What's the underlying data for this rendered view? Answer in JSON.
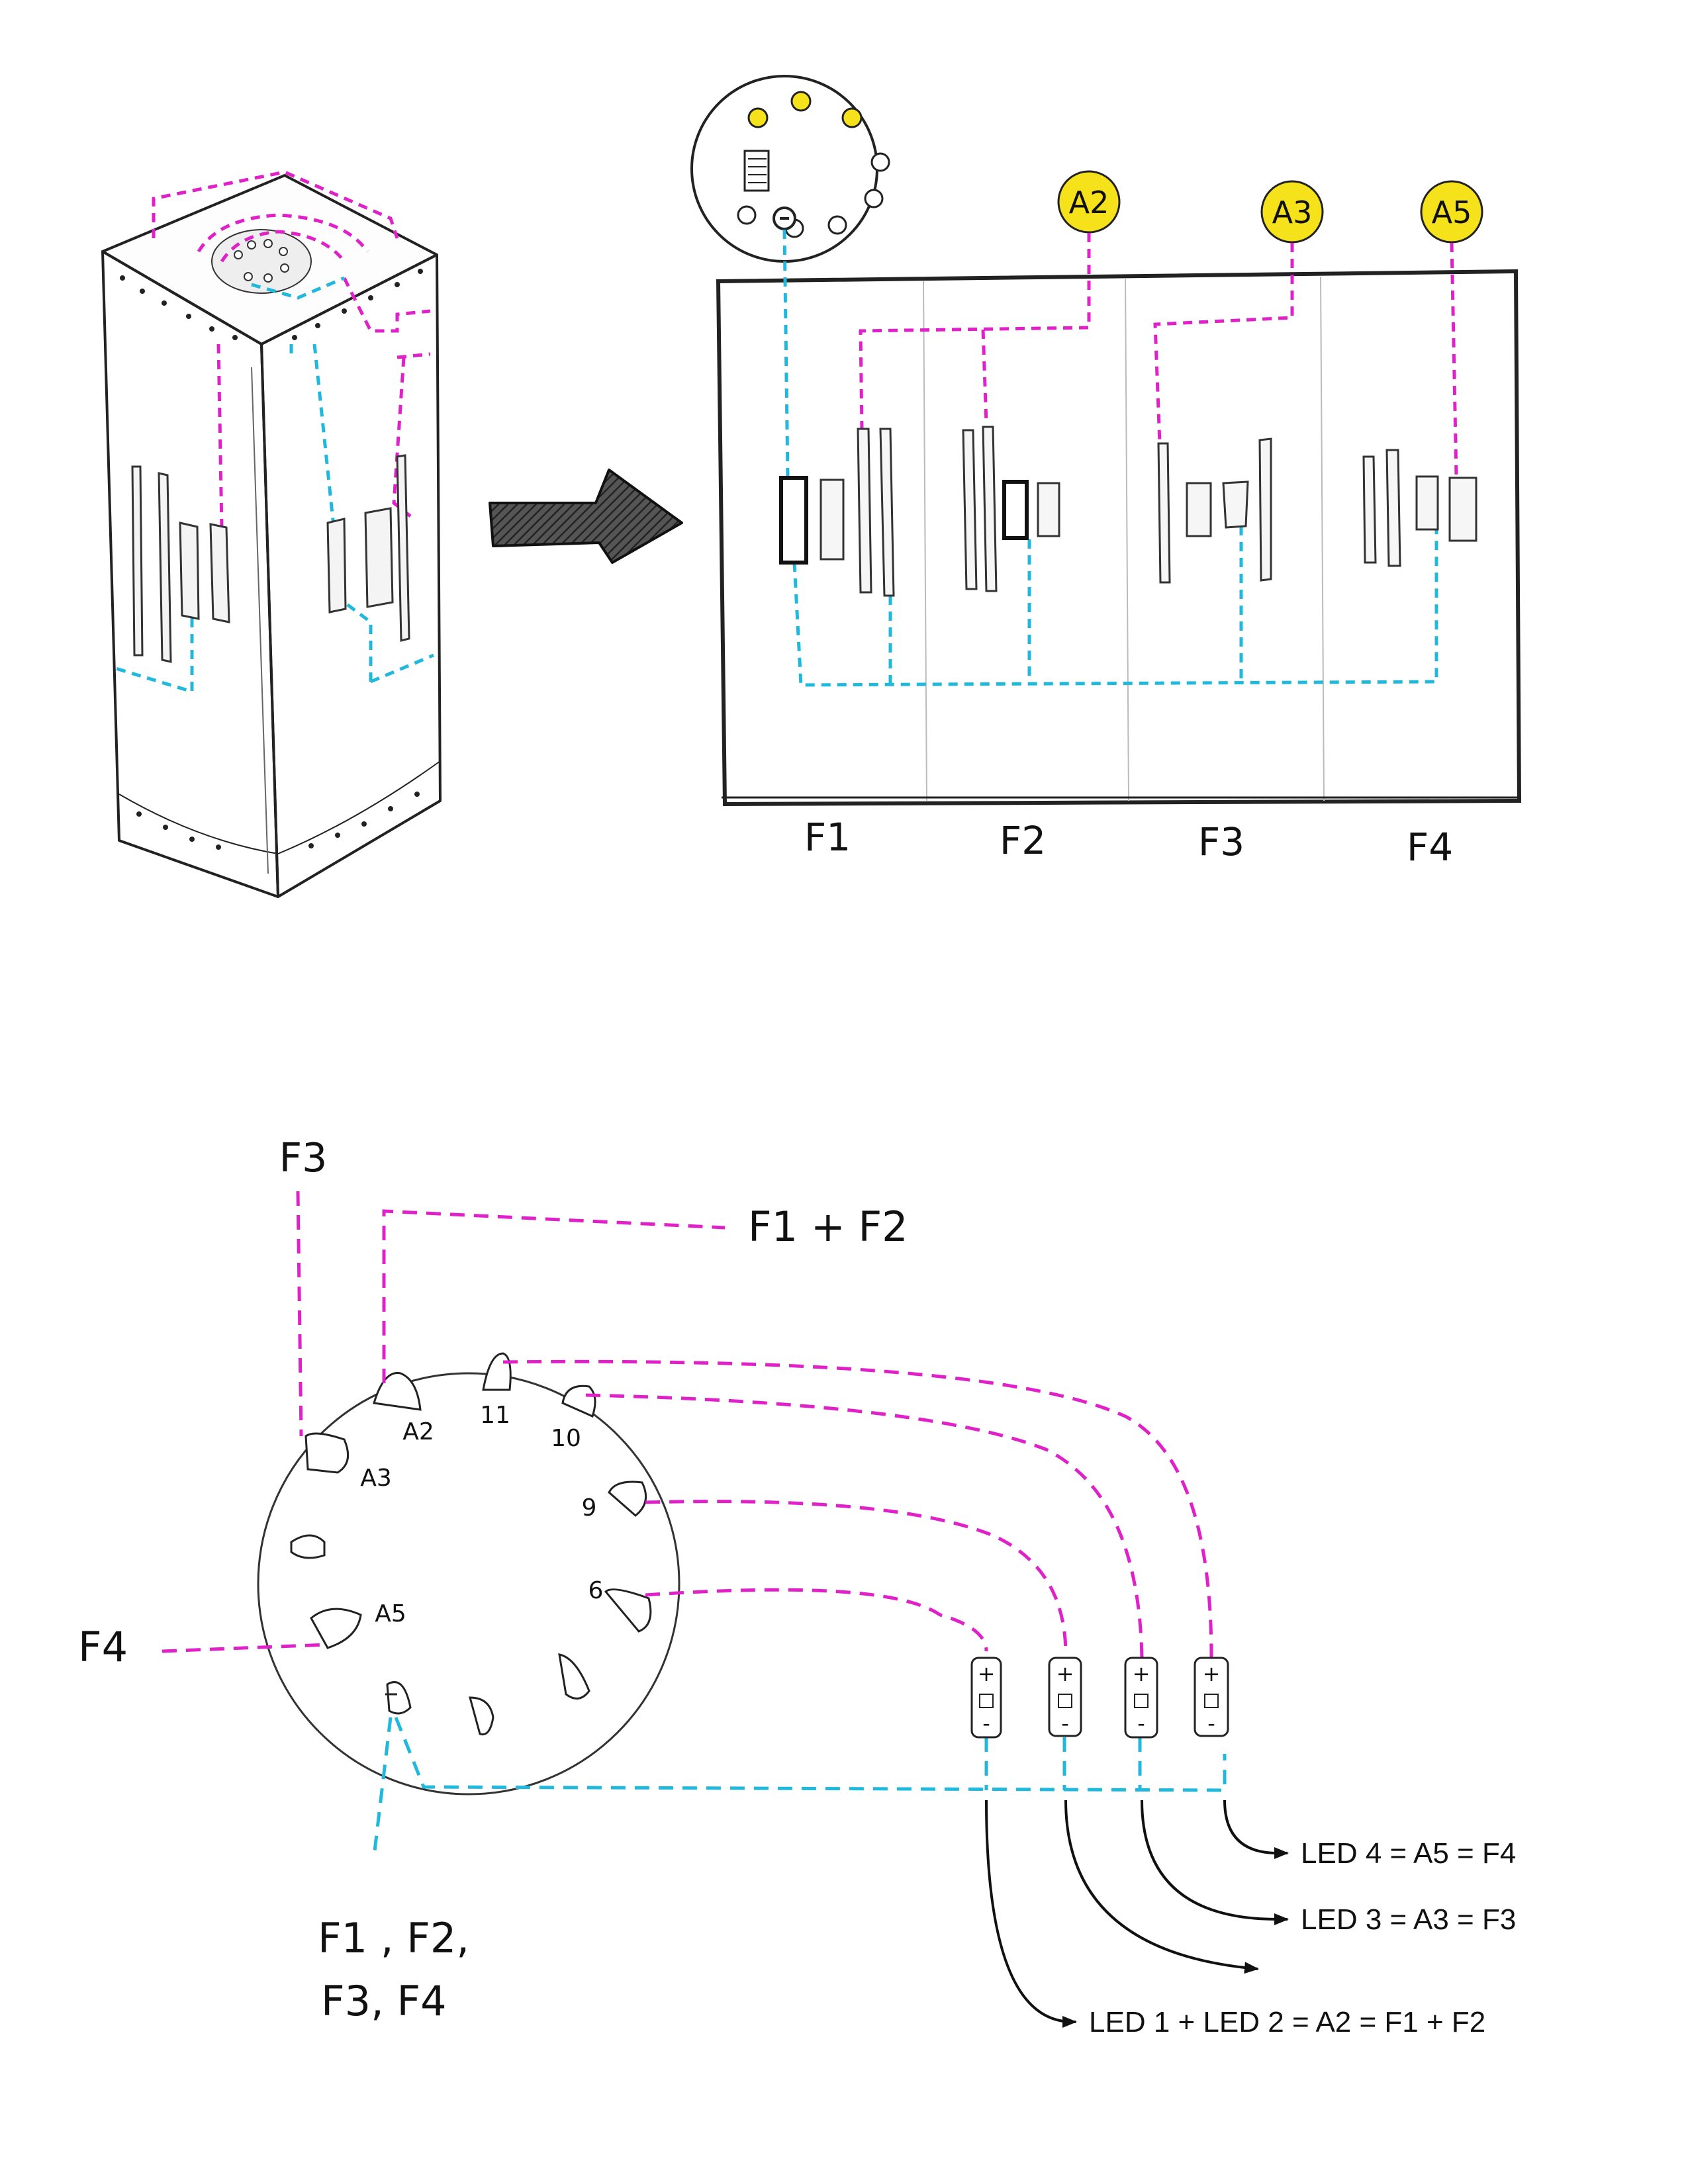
{
  "colors": {
    "ink": "#111111",
    "magenta_wire": "#e020c8",
    "cyan_wire": "#20b8dc",
    "yellow_pin": "#f6e21a",
    "panel_outline": "#222222"
  },
  "top_panel": {
    "pin_badges": [
      "A2",
      "A3",
      "A5"
    ],
    "section_labels": [
      "F1",
      "F2",
      "F3",
      "F4"
    ]
  },
  "pinout": {
    "pin_labels": {
      "a2": "A2",
      "a3": "A3",
      "a5": "A5",
      "p11": "11",
      "p10": "10",
      "p9": "9",
      "p6": "6"
    },
    "wire_labels": {
      "f3": "F3",
      "f1_f2": "F1 + F2",
      "f4": "F4",
      "ground_line1": "F1 , F2,",
      "ground_line2": "F3, F4"
    },
    "led_pin_marks": {
      "plus": "+",
      "minus": "-"
    },
    "legend": [
      "LED 4 = A5 = F4",
      "LED 3 = A3 = F3",
      "LED 1 + LED 2 = A2 = F1 + F2"
    ]
  }
}
